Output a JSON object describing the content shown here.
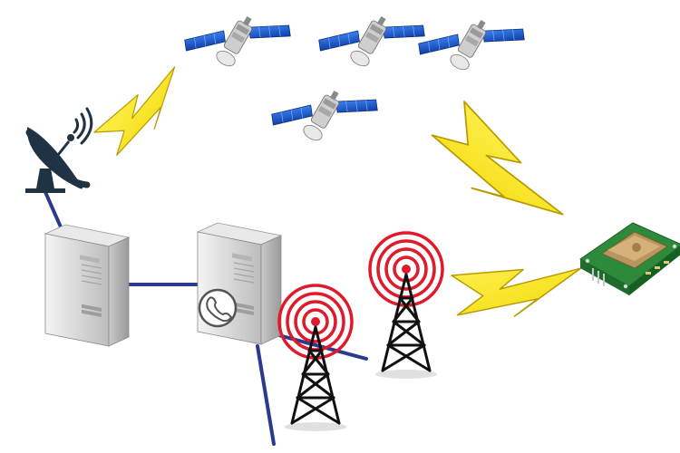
{
  "diagram": {
    "nodes": [
      {
        "id": "satellite-1",
        "type": "satellite"
      },
      {
        "id": "satellite-2",
        "type": "satellite"
      },
      {
        "id": "satellite-3",
        "type": "satellite"
      },
      {
        "id": "satellite-4",
        "type": "satellite"
      },
      {
        "id": "satellite-dish",
        "type": "dish-antenna"
      },
      {
        "id": "server-left",
        "type": "server"
      },
      {
        "id": "server-telephony",
        "type": "server",
        "icon": "phone-handset-icon"
      },
      {
        "id": "cell-tower-left",
        "type": "cell-tower"
      },
      {
        "id": "cell-tower-right",
        "type": "cell-tower"
      },
      {
        "id": "gps-module",
        "type": "gps-module"
      }
    ],
    "links": [
      {
        "from": "satellite-dish",
        "to": "satellite-1",
        "kind": "wireless"
      },
      {
        "from": "satellite-2",
        "to": "gps-module",
        "kind": "wireless"
      },
      {
        "from": "cell-tower-right",
        "to": "gps-module",
        "kind": "wireless"
      },
      {
        "from": "satellite-dish",
        "to": "server-left",
        "kind": "cable"
      },
      {
        "from": "server-left",
        "to": "server-telephony",
        "kind": "cable"
      },
      {
        "from": "server-telephony",
        "to": "cell-tower-left",
        "kind": "cable"
      }
    ],
    "colors": {
      "cable": "#2b3a8f",
      "bolt": "#f6e800",
      "bolt_outline": "#b89a00",
      "panel_blue": "#1a5fd0",
      "signal_red": "#e0192b",
      "dish": "#1f3344",
      "server_body": "#d9d9d9",
      "pcb_green": "#2d8a3a"
    }
  }
}
